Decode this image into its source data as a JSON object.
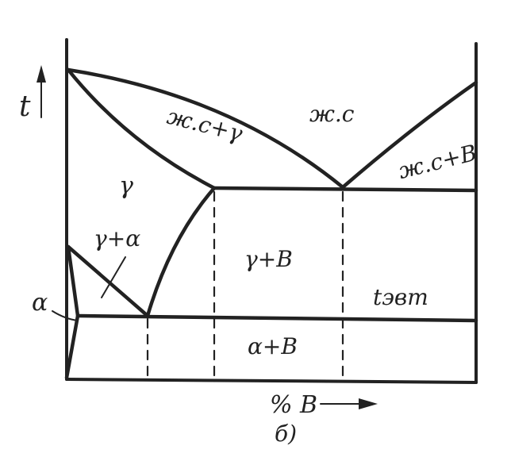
{
  "axes": {
    "y_label": "t",
    "x_label": "% B",
    "caption": "б)"
  },
  "regions": {
    "liquid": "ж.с",
    "liquid_gamma": "ж.с+γ",
    "liquid_b": "ж.с+B",
    "gamma": "γ",
    "gamma_alpha": "γ+α",
    "gamma_b": "γ+B",
    "alpha": "α",
    "alpha_b": "α+B"
  },
  "temperature_label": "tэвт",
  "colors": {
    "ink": "#222222",
    "paper": "#ffffff"
  }
}
